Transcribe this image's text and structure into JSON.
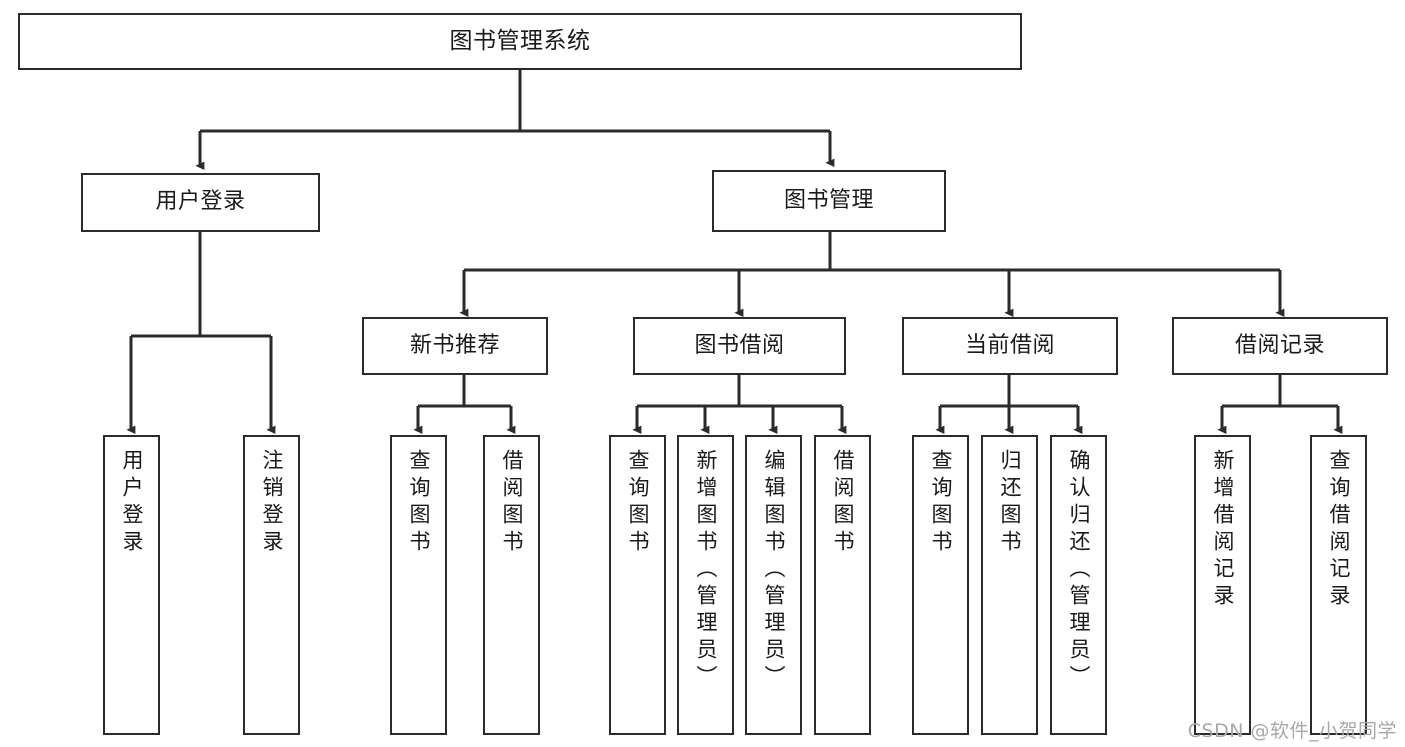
{
  "diagram": {
    "title": "图书管理系统",
    "watermark": "CSDN @软件_小贺同学",
    "line_color": "#2b2b2b",
    "box_fill": "#ffffff",
    "text_color": "#1a1a1a",
    "root": {
      "label": "图书管理系统"
    },
    "level2": [
      {
        "label": "用户登录"
      },
      {
        "label": "图书管理"
      }
    ],
    "level3": [
      {
        "label": "新书推荐"
      },
      {
        "label": "图书借阅"
      },
      {
        "label": "当前借阅"
      },
      {
        "label": "借阅记录"
      }
    ],
    "leaves": [
      {
        "label": "用户登录",
        "parent": "用户登录"
      },
      {
        "label": "注销登录",
        "parent": "用户登录"
      },
      {
        "label": "查询图书",
        "parent": "新书推荐"
      },
      {
        "label": "借阅图书",
        "parent": "新书推荐"
      },
      {
        "label": "查询图书",
        "parent": "图书借阅"
      },
      {
        "label": "新增图书（管理员）",
        "parent": "图书借阅"
      },
      {
        "label": "编辑图书（管理员）",
        "parent": "图书借阅"
      },
      {
        "label": "借阅图书",
        "parent": "图书借阅"
      },
      {
        "label": "查询图书",
        "parent": "当前借阅"
      },
      {
        "label": "归还图书",
        "parent": "当前借阅"
      },
      {
        "label": "确认归还（管理员）",
        "parent": "当前借阅"
      },
      {
        "label": "新增借阅记录",
        "parent": "借阅记录"
      },
      {
        "label": "查询借阅记录",
        "parent": "借阅记录"
      }
    ]
  }
}
